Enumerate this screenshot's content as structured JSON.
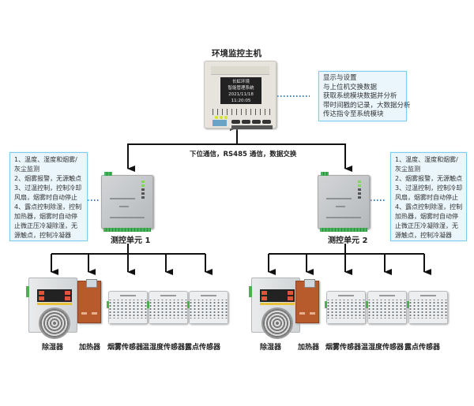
{
  "host": {
    "title": "环境监控主机",
    "screen_lines": [
      "长虹环境",
      "智能管理系统",
      "2021/11/18",
      "11:20:05"
    ]
  },
  "host_callout": {
    "lines": [
      "显示与设置",
      "与上位机交换数据",
      "获取系统模块数据并分析",
      "带时间戳的记录，大数据分析",
      "传达指令至系统模块"
    ]
  },
  "bus_label": "下位通信，RS485 通信，数据交换",
  "units": [
    {
      "label": "测控单元 1",
      "callout": [
        "1、温度、湿度和烟雾/",
        "灰尘监测",
        "2、烟雾报警，无源触点",
        "3、过温控制，控制冷却",
        "风扇，烟雾时自动停止",
        "4、露点控制除湿，控制",
        "加热器，烟雾时自动停",
        "止微正压冷凝除湿，无",
        "源触点，控制冷凝器"
      ],
      "devices": [
        "除湿器",
        "加热器",
        "烟雾传感器",
        "温湿度传感器",
        "露点传感器"
      ]
    },
    {
      "label": "测控单元 2",
      "callout": [
        "1、温度、湿度和烟雾/",
        "灰尘监测",
        "2、烟雾报警，无源触点",
        "3、过温控制，控制冷却",
        "风扇，烟雾时自动停止",
        "4、露点控制除湿，控制",
        "加热器，烟雾时自动停",
        "止微正压冷凝除湿，无",
        "源触点，控制冷凝器"
      ],
      "devices": [
        "除湿器",
        "加热器",
        "烟雾传感器",
        "温湿度传感器",
        "露点传感器"
      ]
    }
  ],
  "colors": {
    "callout_border": "#7fcbea",
    "callout_bg": "#eaf6fc",
    "dotted_link": "#3b7fc4",
    "line": "#111111"
  }
}
